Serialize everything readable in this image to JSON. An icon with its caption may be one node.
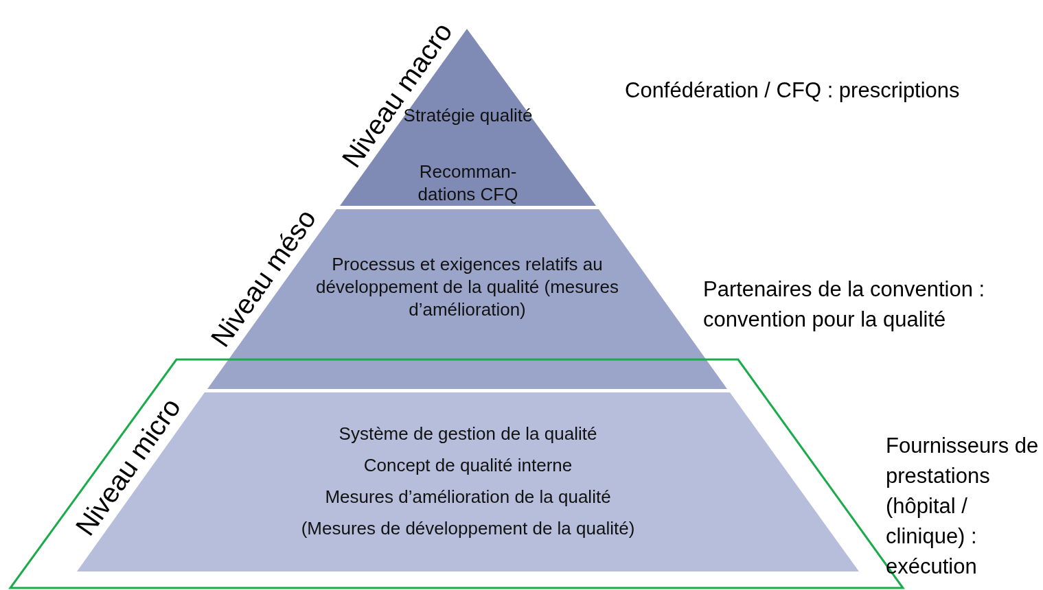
{
  "diagram": {
    "nodes": [
      {
        "text": [
          "Stratégie qualité",
          "Recomman- dations CFQ"
        ]
      },
      {
        "text": [
          "Processus et exigences relatifs au développement de la qualité (mesures d’amélioration)"
        ]
      },
      {
        "text": [
          "Système de gestion de la qualité",
          "Concept de qualité interne",
          "Mesures d’amélioration de la qualité",
          "(Mesures de développement de la qualité)"
        ]
      }
    ],
    "labels": [
      "Niveau macro",
      "Confédération / CFQ : prescriptions",
      "Niveau méso",
      "Partenaires de la convention : convention pour la qualité",
      "Niveau micro",
      "Fournisseurs de prestations (hôpital / clinique) : exécution"
    ]
  }
}
